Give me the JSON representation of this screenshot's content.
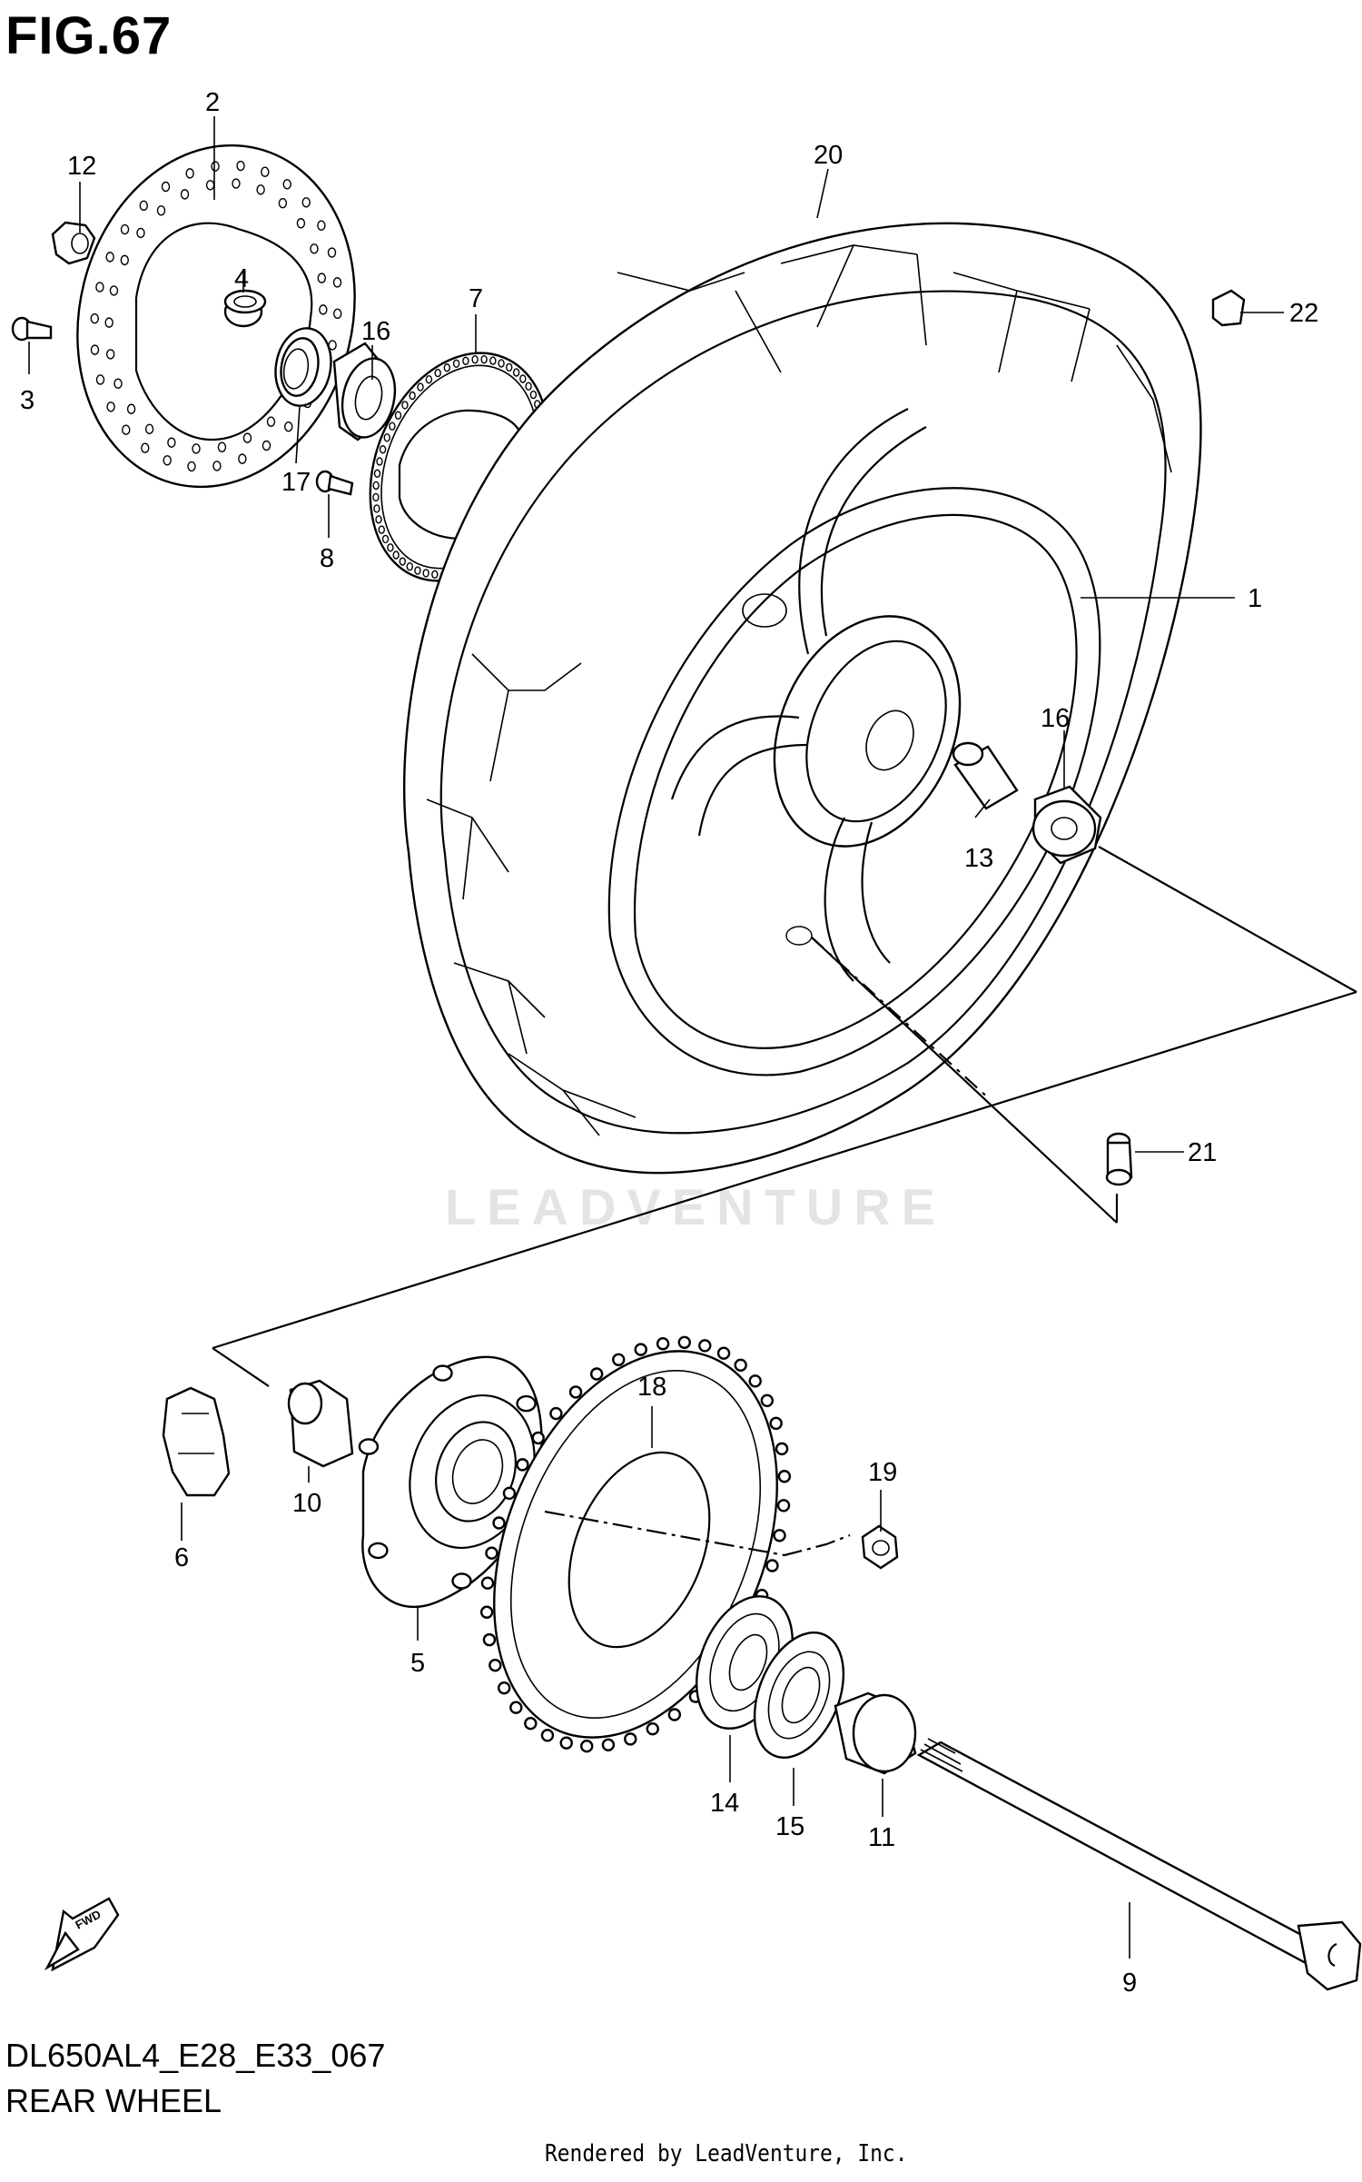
{
  "figure": {
    "title": "FIG.67",
    "model_code": "DL650AL4_E28_E33_067",
    "name": "REAR WHEEL",
    "credit": "Rendered by LeadVenture, Inc.",
    "watermark": "LEADVENTURE",
    "fwd_arrow_label": "FWD"
  },
  "callouts": {
    "c1": "1",
    "c2": "2",
    "c3": "3",
    "c4": "4",
    "c5": "5",
    "c6": "6",
    "c7": "7",
    "c8": "8",
    "c9": "9",
    "c10": "10",
    "c11": "11",
    "c12": "12",
    "c13": "13",
    "c14": "14",
    "c15": "15",
    "c16a": "16",
    "c16b": "16",
    "c17": "17",
    "c18": "18",
    "c19": "19",
    "c20": "20",
    "c21": "21",
    "c22": "22"
  }
}
